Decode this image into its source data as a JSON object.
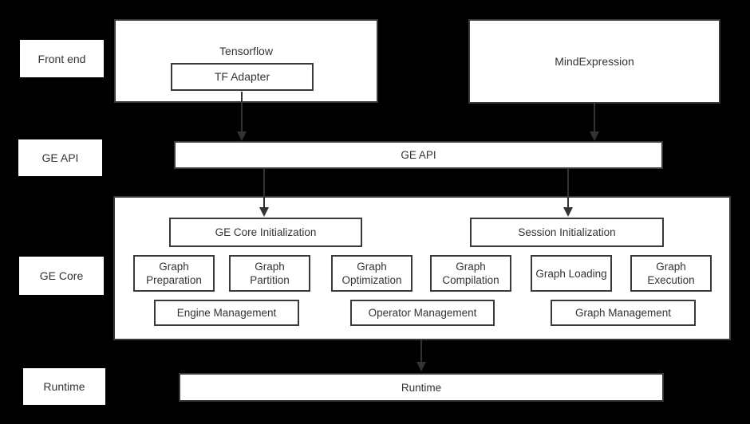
{
  "row_labels": {
    "front_end": "Front end",
    "ge_api": "GE API",
    "ge_core": "GE Core",
    "runtime": "Runtime"
  },
  "front_end_tier": {
    "tensorflow_title": "Tensorflow",
    "tf_adapter": "TF Adapter",
    "mind_expression": "MindExpression"
  },
  "ge_api_tier": {
    "label": "GE API"
  },
  "ge_core_tier": {
    "ge_core_initialization": "GE Core Initialization",
    "session_initialization": "Session Initialization",
    "stages": [
      "Graph Preparation",
      "Graph Partition",
      "Graph Optimization",
      "Graph Compilation",
      "Graph Loading",
      "Graph Execution"
    ],
    "management": [
      "Engine Management",
      "Operator Management",
      "Graph Management"
    ]
  },
  "runtime_tier": {
    "label": "Runtime"
  },
  "colors": {
    "background": "#000000",
    "box_fill": "#ffffff",
    "box_border": "#3a3a3a",
    "text": "#333333",
    "arrow": "#333333"
  }
}
